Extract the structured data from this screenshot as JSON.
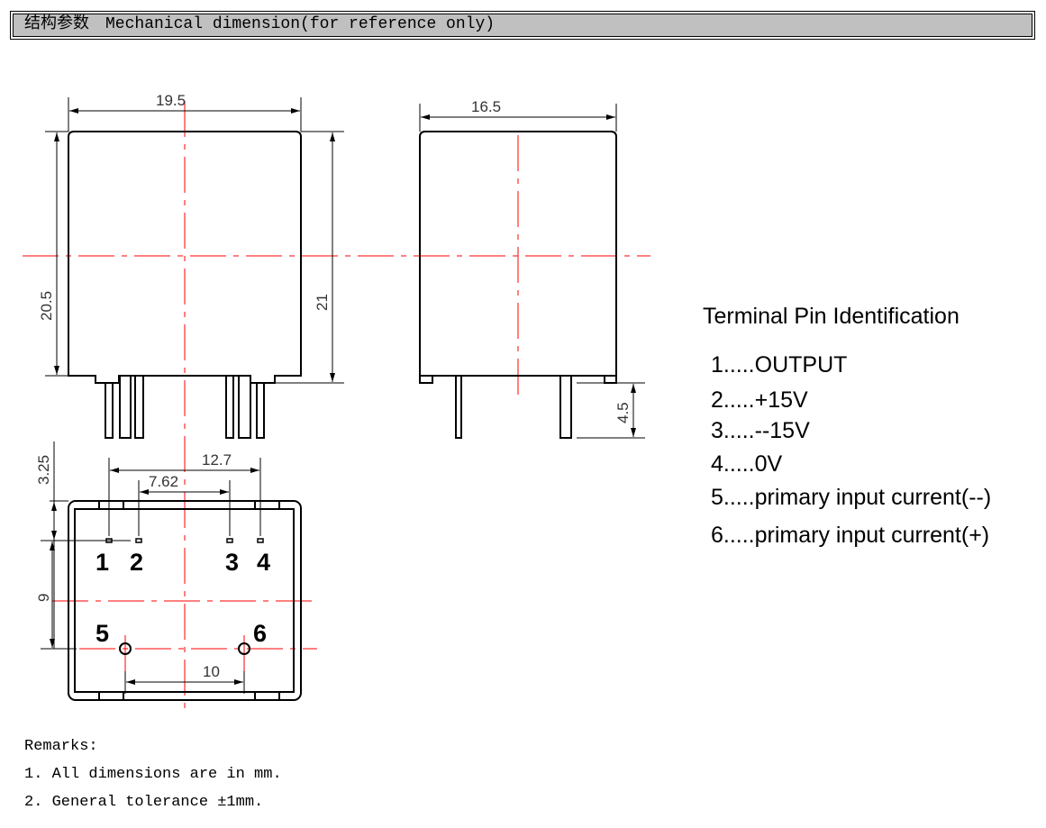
{
  "header": {
    "title_cn": "结构参数",
    "title_en": "Mechanical dimension(for reference only)"
  },
  "dimensions": {
    "width_front": "19.5",
    "width_side": "16.5",
    "height_left": "20.5",
    "height_right": "21",
    "pin_length": "4.5",
    "pin_offset": "3.25",
    "pitch_outer": "12.7",
    "pitch_inner": "7.62",
    "row_spacing": "9",
    "primary_spacing": "10"
  },
  "pin_numbers": [
    "1",
    "2",
    "3",
    "4",
    "5",
    "6"
  ],
  "pins": {
    "title": "Terminal Pin Identification",
    "items": [
      "1.....OUTPUT",
      "2.....+15V",
      "3.....--15V",
      "4.....0V",
      "5.....primary input current(--)",
      "6.....primary input current(+)"
    ]
  },
  "remarks": {
    "title": "Remarks:",
    "items": [
      "1. All dimensions are in mm.",
      "2. General tolerance ±1mm."
    ]
  },
  "colors": {
    "centerline": "#ff0000",
    "header_bg": "#c0c0c0"
  }
}
